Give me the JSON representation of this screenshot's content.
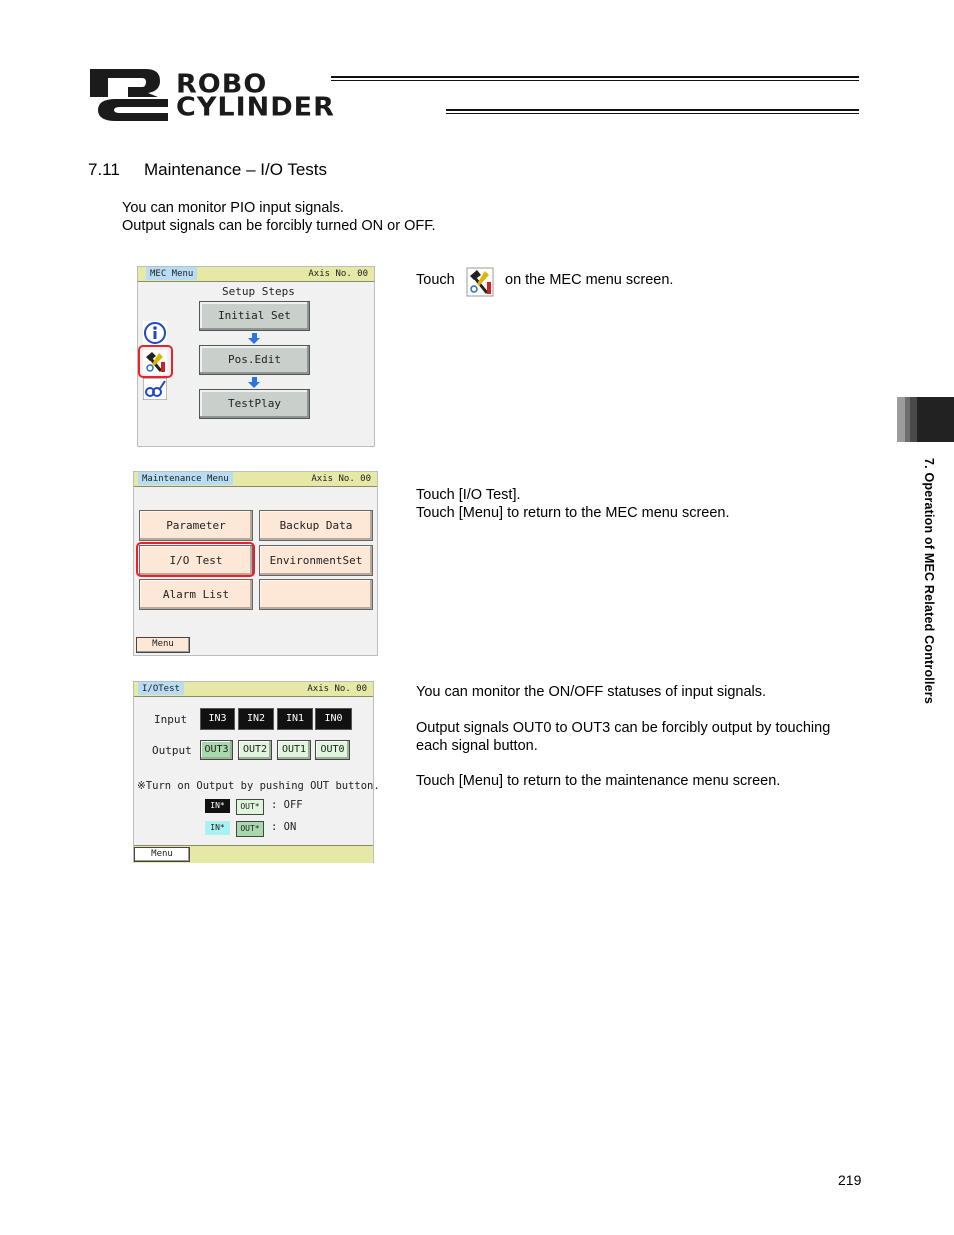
{
  "header": {
    "logo_line1": "ROBO",
    "logo_line2": "CYLINDER"
  },
  "section": {
    "number": "7.11",
    "title": "Maintenance – I/O Tests"
  },
  "intro": {
    "line1": "You can monitor PIO input signals.",
    "line2": "Output signals can be forcibly turned ON or OFF."
  },
  "steps": [
    {
      "text_before_icon": "Touch",
      "text_after_icon": "on the MEC menu screen."
    },
    {
      "line1": "Touch [I/O Test].",
      "line2": "Touch [Menu] to return to the MEC menu screen."
    },
    {
      "para1": "You can monitor the ON/OFF statuses of input signals.",
      "para2_line1": "Output signals OUT0 to OUT3 can be forcibly output by touching",
      "para2_line2": "each signal button.",
      "para3": "Touch [Menu] to return to the maintenance menu screen."
    }
  ],
  "screen_mec": {
    "title": "MEC Menu",
    "axis": "Axis No. 00",
    "subtitle": "Setup Steps",
    "buttons": [
      "Initial Set",
      "Pos.Edit",
      "TestPlay"
    ]
  },
  "screen_maint": {
    "title": "Maintenance Menu",
    "axis": "Axis No. 00",
    "buttons": [
      "Parameter",
      "Backup Data",
      "I/O Test",
      "EnvironmentSet",
      "Alarm List",
      ""
    ],
    "menu": "Menu"
  },
  "screen_io": {
    "title": "I/OTest",
    "axis": "Axis No. 00",
    "input_label": "Input",
    "output_label": "Output",
    "inputs": [
      "IN3",
      "IN2",
      "IN1",
      "IN0"
    ],
    "outputs": [
      "OUT3",
      "OUT2",
      "OUT1",
      "OUT0"
    ],
    "note": "※Turn on Output by pushing OUT button.",
    "legend_in": "IN*",
    "legend_out": "OUT*",
    "legend_off": ": OFF",
    "legend_on": ": ON",
    "menu": "Menu"
  },
  "side_tab_label": "7. Operation of MEC Related Controllers",
  "page_number": "219",
  "colors": {
    "lcd_title_bar": "#e6e8a6",
    "lcd_title_tag": "#b8dcf4",
    "highlight_ring": "#e8212b",
    "arrow": "#2c74e0",
    "button_peach": "#fde8d8",
    "button_gray": "#c9cfcb",
    "button_green": "#dff5dc",
    "button_green_on": "#a7d9ad",
    "input_on": "#aaf2f2"
  },
  "icons": [
    "info-icon",
    "maintenance-tool-icon",
    "monitor-glasses-icon"
  ]
}
